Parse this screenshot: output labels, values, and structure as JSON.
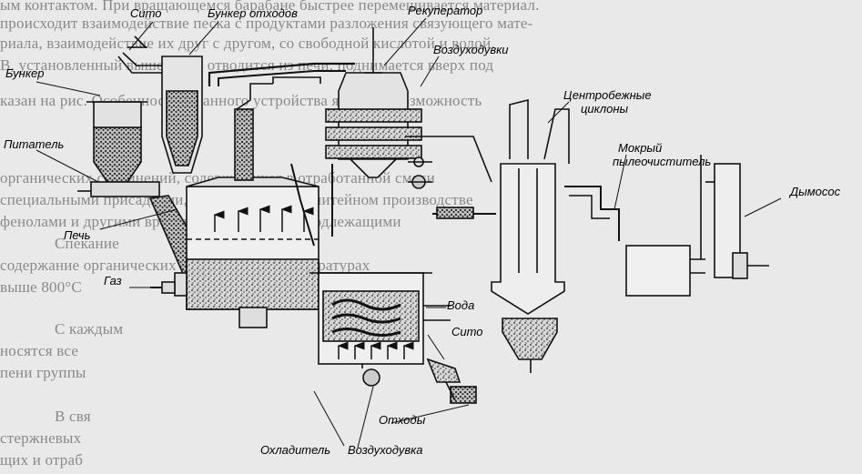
{
  "background_text": {
    "lines": [
      "ым контактом. При вращающемся барабане быстрее перемешивается материал.",
      "происходит взаимодействие песка с продуктами разложения связующего мате-",
      "риала, взаимодействие их друг с другом, со свободной кислотой и водой.",
      "В, установленный выше печи, отводится из печи, поднимается вверх под",
      "казан на рис. Особенностью данного устройства является возможность",
      "органических соединений, содержащихся в отработанной смеси",
      "специальными присадками, используемыми в литейном производстве",
      "фенолами и другими вредными веществами, подлежащими",
      "Спекание",
      "содержание органических примесей при температурах",
      "выше 800°С",
      "С каждым",
      "носятся все",
      "пени группы",
      "В свя",
      "стержневых",
      "щих и отраб"
    ]
  },
  "labels": {
    "sito_top": "Сито",
    "bunker_othodov": "Бункер отходов",
    "rekuperator": "Рекуператор",
    "vozduhoduvki": "Воздуходувки",
    "bunker": "Бункер",
    "pitatel": "Питатель",
    "centrobezhnye": "Центробежные",
    "ciklony": "циклоны",
    "mokryi": "Мокрый",
    "pyleochistitel": "пылеочиститель",
    "dymosos": "Дымосос",
    "pech": "Печь",
    "gaz": "Газ",
    "voda": "Вода",
    "sito_bottom": "Сито",
    "othody": "Отходы",
    "ohladitel": "Охладитель",
    "vozduhoduvka": "Воздуходувка"
  }
}
